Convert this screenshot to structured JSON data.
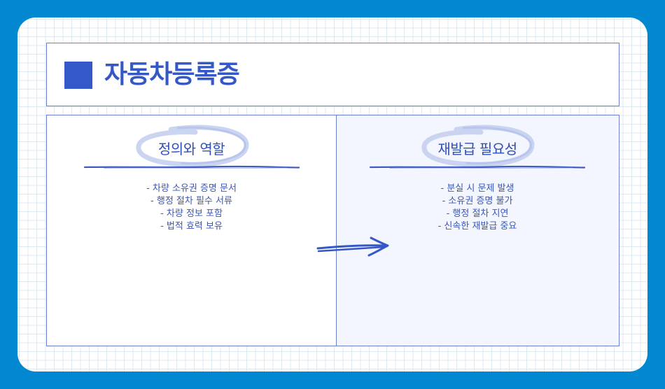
{
  "title": {
    "icon": "square-bullet-icon",
    "text": "자동차등록증"
  },
  "columns": [
    {
      "heading": "정의와 역할",
      "items": [
        "- 차량 소유권 증명 문서",
        "- 행정 절차 필수 서류",
        "- 차량 정보 포함",
        "- 법적 효력 보유"
      ]
    },
    {
      "heading": "재발급 필요성",
      "items": [
        "- 분실 시 문제 발생",
        "- 소유권 증명 불가",
        "- 행정 절차 지연",
        "- 신속한 재발급 중요"
      ]
    }
  ],
  "connector": {
    "icon": "hand-drawn-arrow-right-icon"
  },
  "colors": {
    "background": "#0288d1",
    "accent": "#3558c8",
    "panel_border": "#6b7fcf",
    "right_panel_bg": "#f3f6fe",
    "text": "#3b57b8"
  }
}
